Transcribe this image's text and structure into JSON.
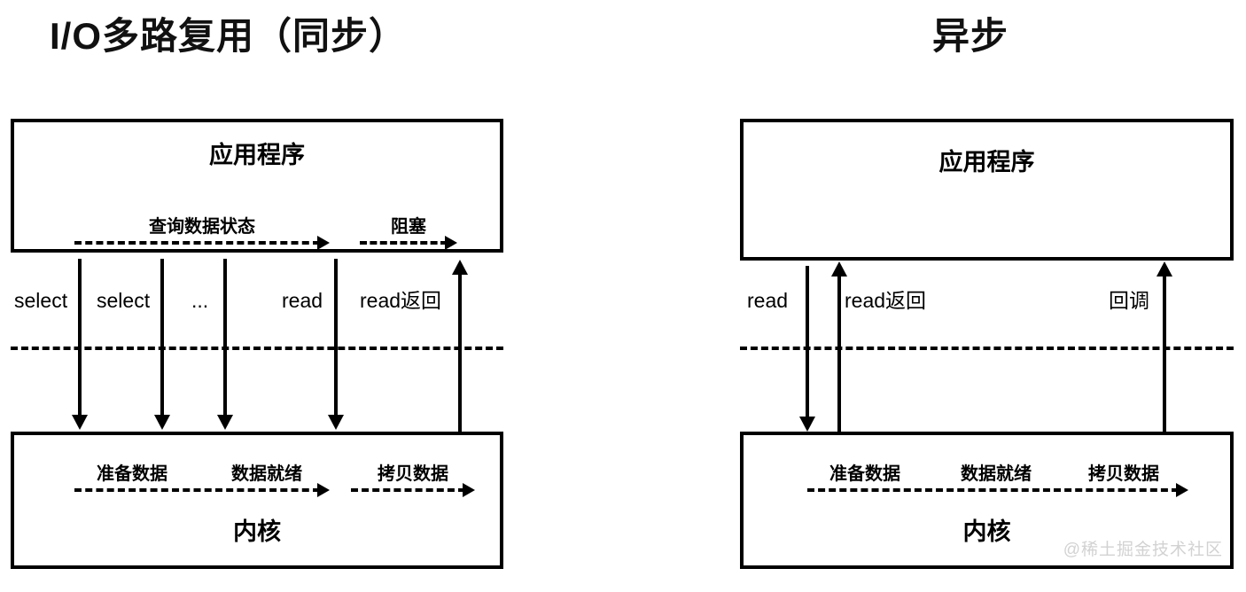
{
  "diagram": {
    "panels": [
      {
        "id": "io-multiplexing",
        "title": "I/O多路复用（同步）",
        "app_box": {
          "label": "应用程序",
          "flows": [
            {
              "label": "查询数据状态"
            },
            {
              "label": "阻塞"
            }
          ]
        },
        "kernel_box": {
          "label": "内核",
          "flows": [
            {
              "label": "准备数据"
            },
            {
              "label": "数据就绪"
            },
            {
              "label": "拷贝数据"
            }
          ]
        },
        "calls": [
          {
            "label": "select",
            "direction": "down"
          },
          {
            "label": "select",
            "direction": "down"
          },
          {
            "label": "...",
            "direction": "down"
          },
          {
            "label": "read",
            "direction": "down"
          },
          {
            "label": "read返回",
            "direction": "up"
          }
        ]
      },
      {
        "id": "async",
        "title": "异步",
        "app_box": {
          "label": "应用程序",
          "flows": []
        },
        "kernel_box": {
          "label": "内核",
          "flows": [
            {
              "label": "准备数据"
            },
            {
              "label": "数据就绪"
            },
            {
              "label": "拷贝数据"
            }
          ]
        },
        "calls": [
          {
            "label": "read",
            "direction": "down"
          },
          {
            "label": "read返回",
            "direction": "up"
          },
          {
            "label": "回调",
            "direction": "up"
          }
        ]
      }
    ],
    "watermark": "@稀土掘金技术社区",
    "colors": {
      "stroke": "#000000",
      "background": "#ffffff",
      "watermark": "#d2d2d2"
    }
  }
}
